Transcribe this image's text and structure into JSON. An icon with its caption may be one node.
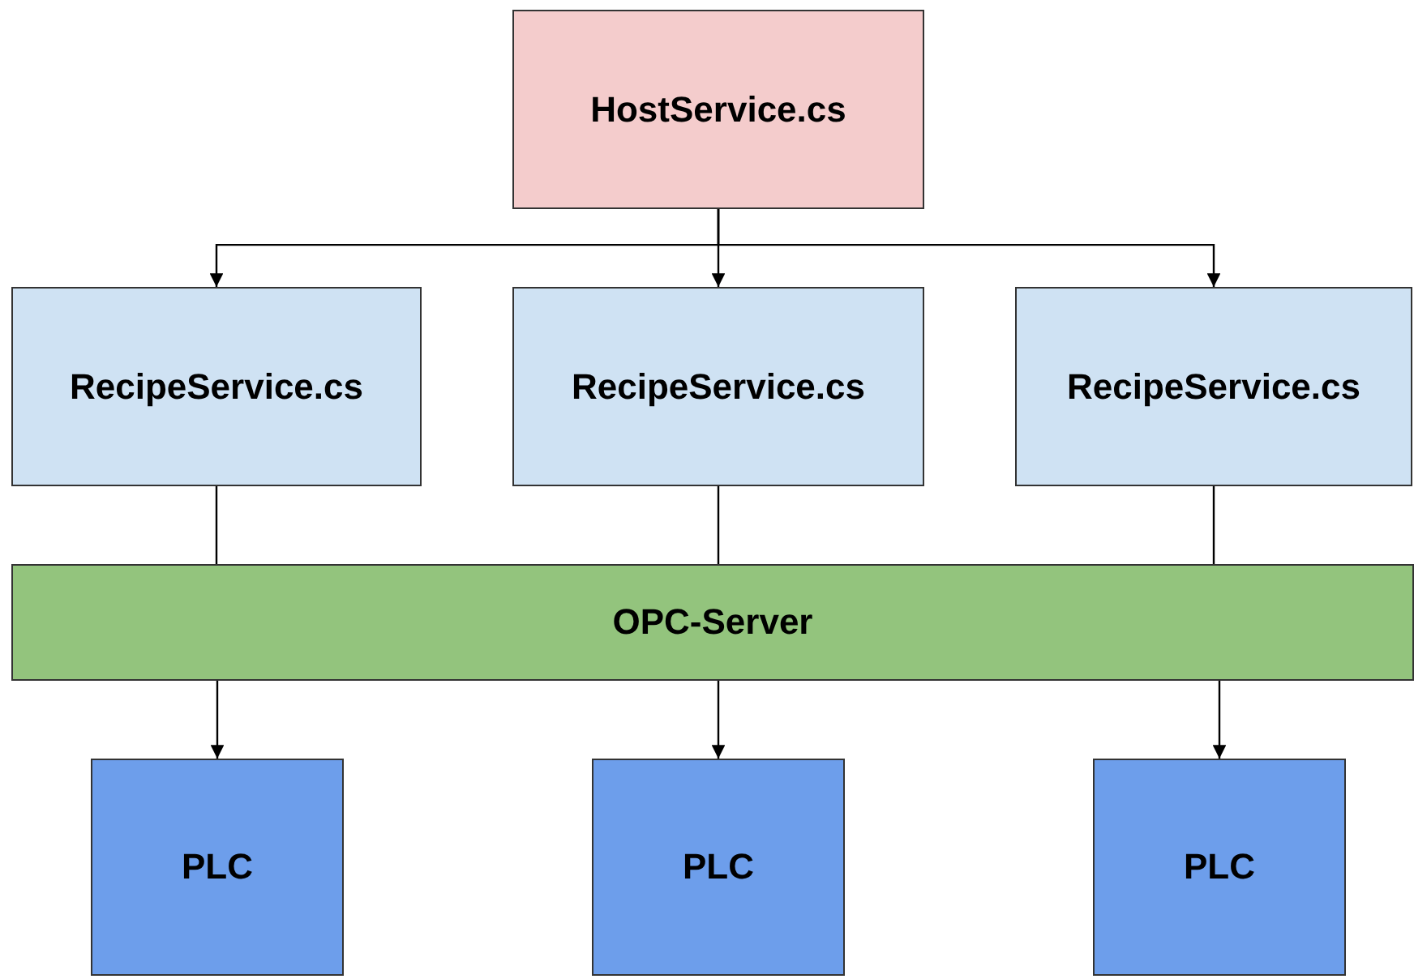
{
  "diagram": {
    "nodes": [
      {
        "text": [
          "HostService.cs"
        ]
      },
      {
        "text": [
          "RecipeService.cs"
        ]
      },
      {
        "text": [
          "RecipeService.cs"
        ]
      },
      {
        "text": [
          "RecipeService.cs"
        ]
      },
      {
        "text": [
          "OPC-Server"
        ]
      },
      {
        "text": [
          "PLC"
        ]
      },
      {
        "text": [
          "PLC"
        ]
      },
      {
        "text": [
          "PLC"
        ]
      }
    ],
    "edges": [
      {
        "from": 0,
        "to": 1,
        "arrow": "to"
      },
      {
        "from": 0,
        "to": 2,
        "arrow": "to"
      },
      {
        "from": 0,
        "to": 3,
        "arrow": "to"
      },
      {
        "from": 1,
        "to": 4,
        "arrow": "none"
      },
      {
        "from": 2,
        "to": 4,
        "arrow": "none"
      },
      {
        "from": 3,
        "to": 4,
        "arrow": "none"
      },
      {
        "from": 4,
        "to": 5,
        "arrow": "to"
      },
      {
        "from": 4,
        "to": 6,
        "arrow": "to"
      },
      {
        "from": 4,
        "to": 7,
        "arrow": "to"
      }
    ]
  }
}
